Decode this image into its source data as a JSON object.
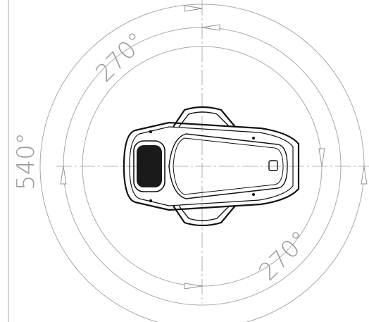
{
  "angles": {
    "upper_left": "270°",
    "left": "540°",
    "lower_right": "270°"
  },
  "colors": {
    "dimension_line": "#a8a8a8",
    "dimension_text": "#9a9a9a",
    "body_outline": "#111111"
  },
  "icons": {
    "dimension_arrow": "open-triangle-arrowhead",
    "device": "top-view-robot"
  }
}
